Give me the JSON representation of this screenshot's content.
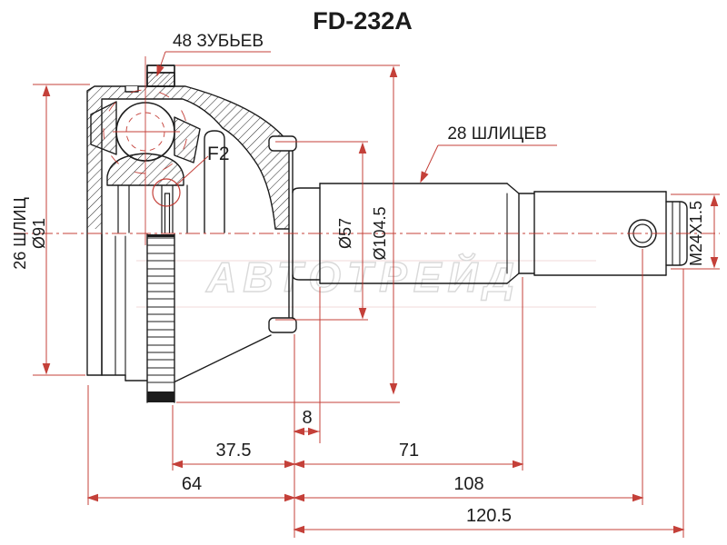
{
  "title": "FD-232A",
  "watermark": "АВТОТРЕЙД",
  "labels": {
    "teeth_count": "48 ЗУБЬЕВ",
    "shaft_splines": "28 ШЛИЦЕВ",
    "inner_splines": "26 ШЛИЦ",
    "ring_diameter": "Ø91",
    "boot_diameter": "Ø57",
    "outer_diameter": "Ø104.5",
    "thread_spec": "M24X1.5",
    "groove_ref": "F2"
  },
  "dimensions": {
    "boot_seat_length": "8",
    "spline_section": "37.5",
    "shaft_section": "71",
    "body_length": "64",
    "shaft_to_hole": "108",
    "shaft_total": "120.5"
  },
  "colors": {
    "dimension_red": "#bf2f28",
    "line_black": "#1c1c1c",
    "watermark_gray": "#d9d9d9",
    "background": "#ffffff"
  }
}
